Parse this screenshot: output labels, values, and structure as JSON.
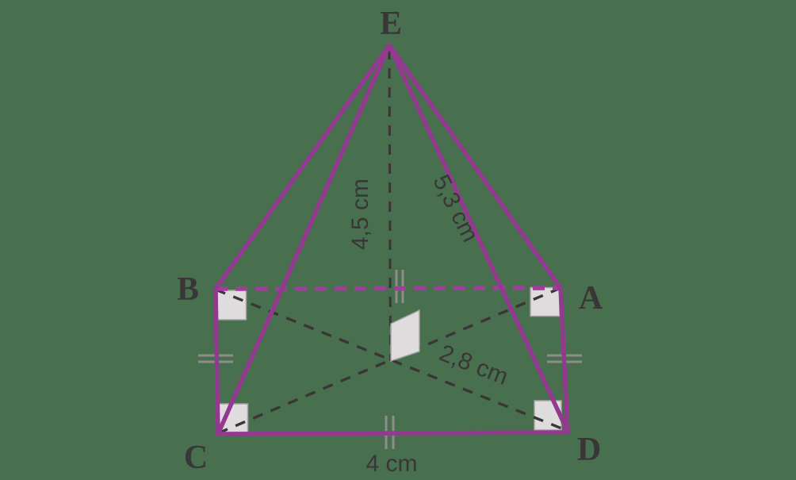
{
  "diagram": {
    "type": "geometry-pyramid",
    "description": "Square-based pyramid E-ABCD with height, lateral edge, half-diagonal and base edge measurements",
    "vertices": {
      "apex": "E",
      "back_left": "B",
      "back_right": "A",
      "front_left": "C",
      "front_right": "D"
    },
    "measurements": {
      "height": "4,5 cm",
      "lateral_edge": "5,3 cm",
      "half_diagonal": "2,8 cm",
      "base_edge": "4 cm"
    },
    "colors": {
      "background": "#48704f",
      "visible_edge": "#93398f",
      "hidden_edge": "#a23d9d",
      "construction_line": "#3a3637",
      "label_text": "#3a3637",
      "tick_mark": "#8f8b8c",
      "right_angle_fill": "#dedcdd",
      "right_angle_border": "#a5a2a3"
    },
    "markers": {
      "right_angle_corners": [
        "B",
        "A",
        "C",
        "D",
        "center-height-base"
      ],
      "equal_ticks_edges": [
        "BA",
        "CD",
        "BC",
        "AD"
      ]
    }
  }
}
